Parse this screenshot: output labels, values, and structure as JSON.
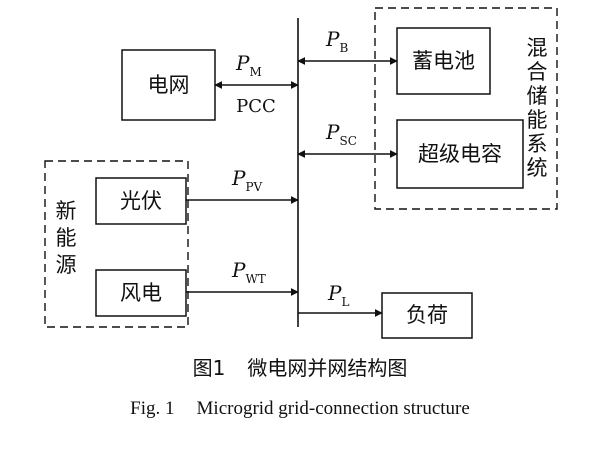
{
  "nodes": {
    "grid": "电网",
    "battery": "蓄电池",
    "supercap": "超级电容",
    "pv": "光伏",
    "wind": "风电",
    "load": "负荷"
  },
  "groups": {
    "renewable": [
      "新",
      "能",
      "源"
    ],
    "hybrid_storage": [
      "混",
      "合",
      "储",
      "能",
      "系",
      "统"
    ]
  },
  "flows": {
    "grid": {
      "symbol": "P",
      "subscript": "M"
    },
    "battery": {
      "symbol": "P",
      "subscript": "B"
    },
    "supercap": {
      "symbol": "P",
      "subscript": "SC"
    },
    "pv": {
      "symbol": "P",
      "subscript": "PV"
    },
    "wind": {
      "symbol": "P",
      "subscript": "WT"
    },
    "load": {
      "symbol": "P",
      "subscript": "L"
    }
  },
  "pcc_label": "PCC",
  "caption": {
    "cn_number": "图1",
    "cn_title": "微电网并网结构图",
    "en_number": "Fig. 1",
    "en_title": "Microgrid grid-connection structure"
  }
}
